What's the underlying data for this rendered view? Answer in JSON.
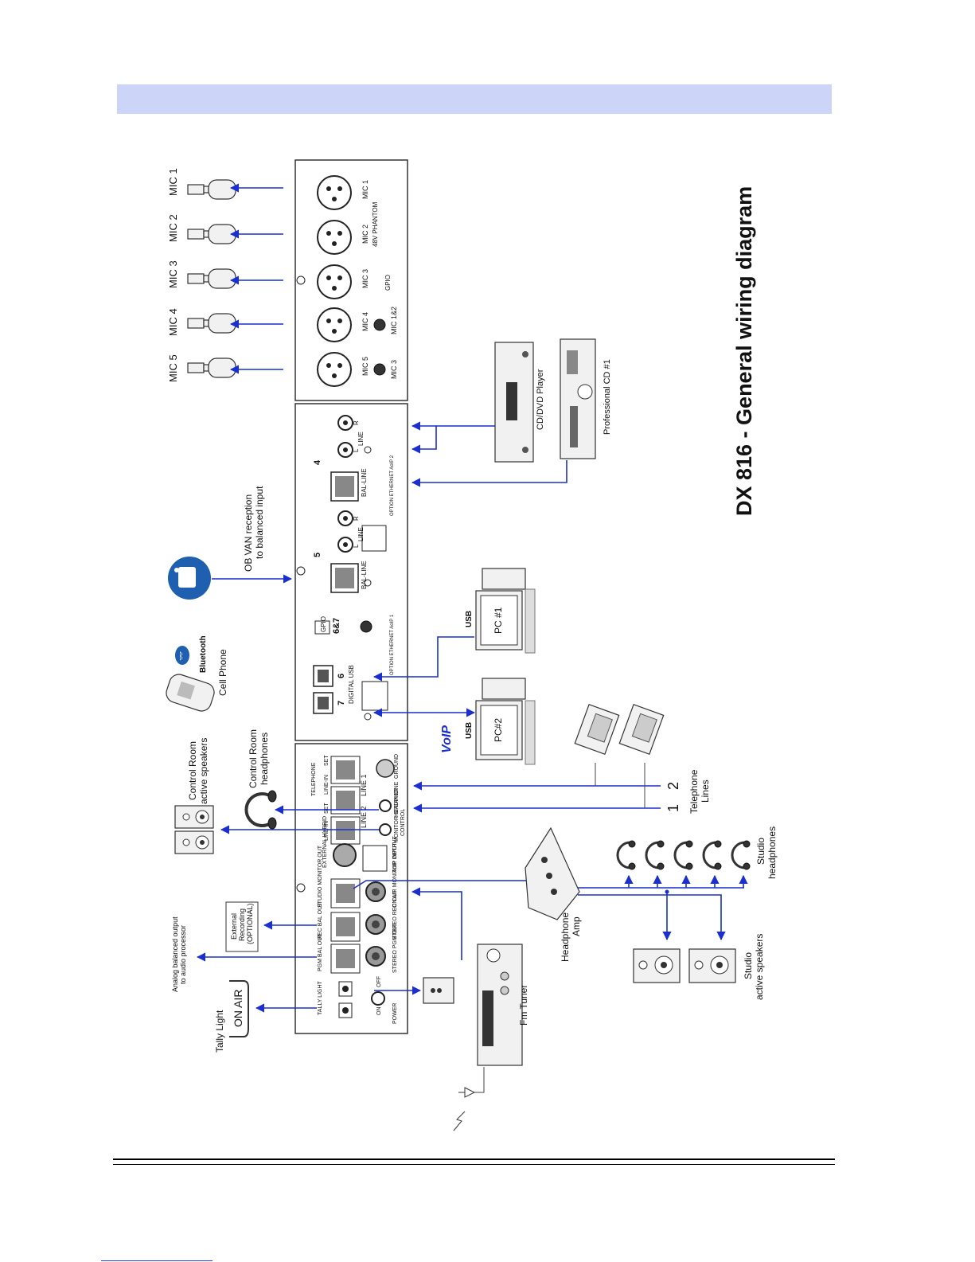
{
  "page": {
    "title": "DX 816 - General wiring diagram"
  },
  "devices": {
    "mic1": "MIC 1",
    "mic2": "MIC 2",
    "mic3": "MIC 3",
    "mic4": "MIC 4",
    "mic5": "MIC 5",
    "ob_van_line1": "OB VAN reception",
    "ob_van_line2": "to balanced input",
    "bluetooth": "Bluetooth",
    "cell_phone": "Cell Phone",
    "cr_speakers_line1": "Control Room",
    "cr_speakers_line2": "active speakers",
    "cr_headphones_line1": "Control Room",
    "cr_headphones_line2": "headphones",
    "external_rec_line1": "External",
    "external_rec_line2": "Recording",
    "external_rec_line3": "(OPTIONAL)",
    "analog_out_line1": "Analog balanced output",
    "analog_out_line2": "to audio processor",
    "tally_light": "Tally Light",
    "on_air": "ON AIR",
    "cd_dvd": "CD/DVD Player",
    "pro_cd": "Professional CD #1",
    "pc1": "PC #1",
    "pc2": "PC#2",
    "voip": "VoIP",
    "usb1": "USB",
    "usb2": "USB",
    "telephone_line1": "Telephone",
    "telephone_line2": "Lines",
    "tel_num1": "1",
    "tel_num2": "2",
    "headphone_amp_line1": "Headphone",
    "headphone_amp_line2": "Amp",
    "studio_headphones_line1": "Studio",
    "studio_headphones_line2": "headphones",
    "studio_speakers_line1": "Studio",
    "studio_speakers_line2": "active speakers",
    "fm_tuner": "Fm Tuner"
  },
  "panel_labels": {
    "mic1": "MIC 1",
    "mic2": "MIC 2",
    "mic3": "MIC 3",
    "mic4": "MIC 4",
    "mic5": "MIC 5",
    "phantom": "48V PHANTOM",
    "gpio": "GPIO",
    "mic12": "MIC 1&2",
    "mic3b": "MIC 3",
    "ch4": "4",
    "ch5": "5",
    "ch6": "6",
    "ch7": "7",
    "ch67": "6&7",
    "line": "LINE",
    "bal_line": "BAL-LINE",
    "l": "L",
    "r": "R",
    "option_eth2": "OPTION ETHERNET AoIP 2",
    "option_eth1": "OPTION ETHERNET AoIP 1",
    "digital_usb": "DIGITAL USB",
    "gpio2": "GPIO",
    "telephone": "TELEPHONE",
    "line_in": "LINE-IN",
    "set": "SET",
    "line1": "LINE 1",
    "line2": "LINE 2",
    "ground": "GROUND",
    "headphone": "HEADPHONE",
    "control": "CONTROL",
    "monitor_speaker": "MONITOR SPEAKER",
    "ext_hybrid": "EXTERNAL HYBRID",
    "aoip_output": "AoIP OUTPUT",
    "studio_mon": "STUDIO MONITOR OUT",
    "on_air_mon": "ON AIR MONITOR INPUT",
    "rec_bal": "REC BAL OUT",
    "stereo_rec": "STEREO REC OUT",
    "pgm_bal": "PGM BAL OUT",
    "stereo_pgm": "STEREO PGM OUT",
    "tally": "TALLY LIGHT",
    "power": "POWER",
    "on": "ON",
    "off": "OFF"
  }
}
